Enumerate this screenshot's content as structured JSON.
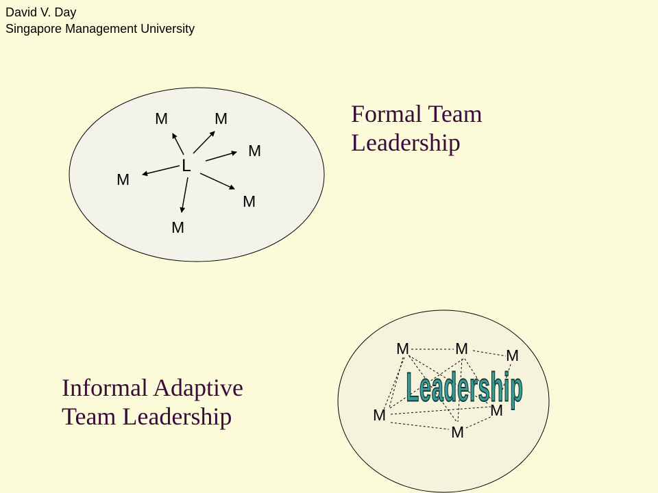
{
  "header": {
    "author_name": "David V. Day",
    "affiliation": "Singapore Management University"
  },
  "formal": {
    "caption_line1": "Formal Team",
    "caption_line2": "Leadership",
    "leader_label": "L",
    "member_label": "M",
    "colors": {
      "ellipse_fill": "#f3f3ea",
      "arrow": "#000000"
    }
  },
  "informal": {
    "caption_line1": "Informal Adaptive",
    "caption_line2": "Team Leadership",
    "member_label": "M",
    "overlay_word": "Leadership",
    "colors": {
      "ellipse_fill": "#f6f3dd",
      "overlay_fill": "#3a9b96",
      "network_line": "#000000"
    }
  },
  "colors": {
    "background": "#fcfbd9",
    "caption_text": "#3a0a3a"
  }
}
